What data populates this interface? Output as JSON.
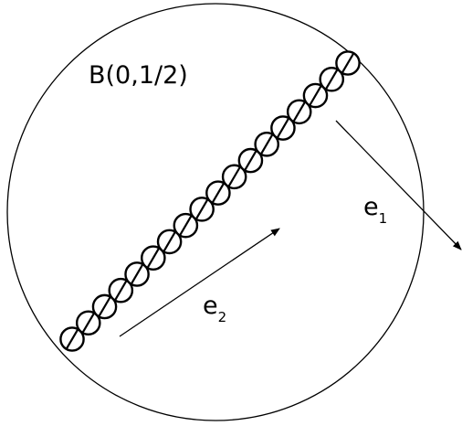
{
  "labels": {
    "ball": "B(0,1/2)",
    "e1_base": "e",
    "e1_sub": "1",
    "e2_base": "e",
    "e2_sub": "2"
  },
  "chain": {
    "bead_count": 18
  },
  "style": {
    "stroke": "#000000",
    "background": "#ffffff"
  }
}
